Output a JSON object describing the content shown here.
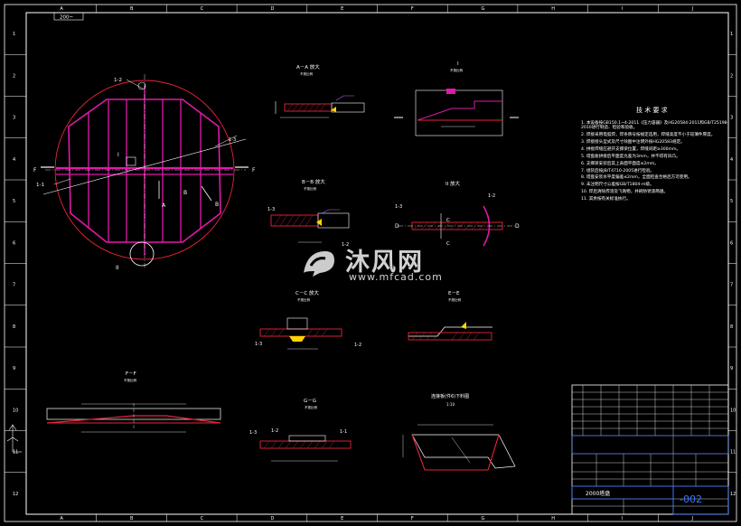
{
  "drawing": {
    "sheet_tag": "200~",
    "tech_title": "技 术 要 求",
    "tech_items": [
      "1. 本设备按GB150.1~4-2011《压力容器》及HG20584-2011和GB/T25198-2010进行制造、检验和验收。",
      "2. 焊接采用电弧焊，焊条牌号按规定选用，焊缝高度不小于较薄件厚度。",
      "3. 焊接接头型式及尺寸除图中注明外按HG20583规定。",
      "4. 拼接焊缝应避开支撑梁位置，焊缝间距≥300mm。",
      "5. 塔盘板拼接后平面度允差为3mm，并不得有凹凸。",
      "6. 支撑梁安装后其上表面平面度≤2mm。",
      "7. 组装后按JB/T4710-2005进行检验。",
      "8. 塔盘安装水平度偏差≤2mm，全面检查合格后方可使用。",
      "9. 未注明尺寸公差按GB/T1804-m级。",
      "10. 焊后清除焊渣及飞溅物，并刷防锈漆两遍。",
      "11. 其余按有关标准执行。"
    ],
    "title_block": {
      "drawing_no": "-002",
      "name": "2000塔盘",
      "scale": "1:10"
    },
    "watermark": {
      "cn": "沐风网",
      "en": "www.mfcad.com"
    },
    "border_letters": [
      "A",
      "B",
      "C",
      "D",
      "E",
      "F",
      "G",
      "H",
      "I",
      "J"
    ],
    "border_numbers": [
      "1",
      "2",
      "3",
      "4",
      "5",
      "6",
      "7",
      "8",
      "9",
      "10",
      "11",
      "12"
    ],
    "views": {
      "sec_aa": "A－A 放大",
      "sec_bb": "B－B 放大",
      "sec_cc": "C－C 放大",
      "sec_ee": "E－E",
      "sec_ff": "F－F",
      "sec_gg": "G－G",
      "detail_i": "I",
      "detail_ii": "II 放大",
      "plate_dev": "连接板(件6)下料图",
      "scale_note": "不按比例"
    },
    "labels": {
      "l12": "1-2",
      "l11": "1-1",
      "l13": "1-3",
      "letter_A": "A",
      "letter_B": "B",
      "letter_C": "C",
      "letter_D": "D",
      "letter_F": "F",
      "roman_I": "I",
      "roman_II": "II"
    }
  }
}
